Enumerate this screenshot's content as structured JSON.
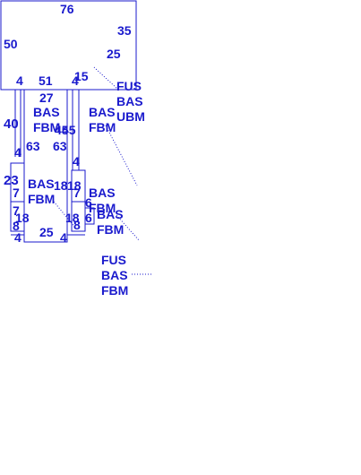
{
  "colors": {
    "ink": "#1a1acd",
    "background": "#ffffff"
  },
  "dimensions": {
    "top": "76",
    "left": "50",
    "right_upper": "35",
    "right_lower": "25",
    "outer_left_upper": "4",
    "center_upper": "51",
    "right_inner": "15",
    "right_inner_small": "4",
    "upper_mid": "27",
    "left_flange": "40",
    "mid_left": "45",
    "right_flange_upper": "45",
    "rib_left": "63",
    "rib_right": "63",
    "left_tab": "4",
    "right_tab": "4",
    "left_plate": "23",
    "left_plate_inner": "7",
    "center_left": "18",
    "center_right": "18",
    "right_plate_inner": "7",
    "lower_left_7": "7",
    "lower_left_18": "18",
    "lower_left_8": "8",
    "lower_left_4": "4",
    "lower_right_18": "18",
    "lower_right_8": "8",
    "lower_right_6a": "6",
    "lower_right_6b": "6",
    "bottom_25": "25",
    "bottom_4": "4"
  },
  "callouts": {
    "fus_bas_ubm": "FUS\nBAS\nUBM",
    "bas_fbm_upper_center": "BAS\nFBM",
    "bas_fbm_upper_right": "BAS\nFBM",
    "bas_fbm_mid_left": "BAS\nFBM",
    "bas_fbm_mid_right_a": "BAS\nFBM",
    "bas_fbm_mid_right_b": "BAS\nFBM",
    "fus_bas_fbm_lower": "FUS\nBAS\nFBM"
  }
}
